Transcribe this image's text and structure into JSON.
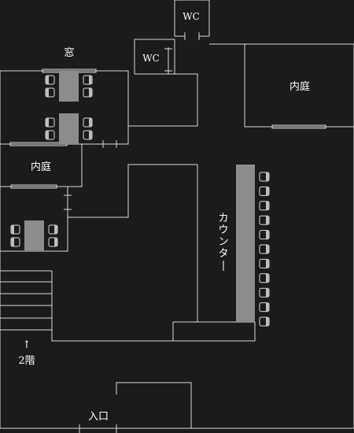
{
  "labels": {
    "wc_upper": "WC",
    "wc_lower": "WC",
    "window": "窓",
    "courtyard_right": "内庭",
    "courtyard_left": "内庭",
    "counter": "カウンター",
    "arrow": "↑",
    "second_floor": "2階",
    "entrance": "入口"
  },
  "colors": {
    "background": "#1b1b1b",
    "line": "#d9d9d9",
    "table": "#8c8c8c",
    "text": "#ffffff"
  }
}
